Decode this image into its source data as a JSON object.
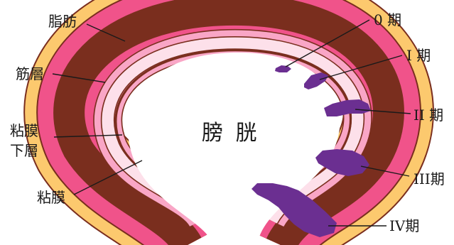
{
  "center_label": "膀 胱",
  "layers": {
    "fat": "脂肪",
    "muscle": "筋層",
    "submucosa_line1": "粘膜",
    "submucosa_line2": "下層",
    "mucosa": "粘膜"
  },
  "stages": [
    "0 期",
    "I 期",
    "II 期",
    "III期",
    "IV期"
  ],
  "colors": {
    "fat": "#fcc96e",
    "muscle": "#f0538a",
    "submucosa": "#f9a6c6",
    "mucosa": "#fde0ea",
    "outline": "#7a2e1e",
    "tumor": "#6b2f91",
    "lumen": "#ffffff"
  }
}
